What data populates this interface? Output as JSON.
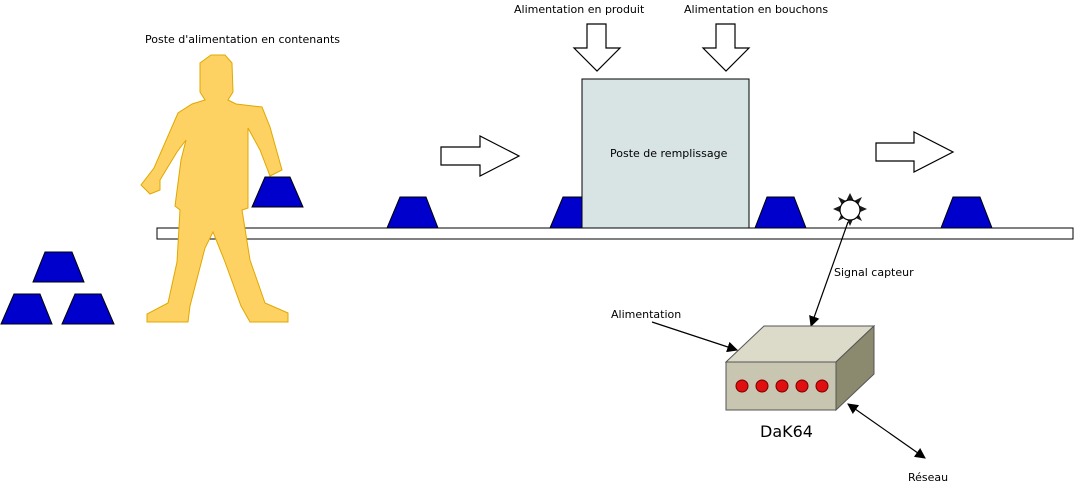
{
  "labels": {
    "worker_station": "Poste d'alimentation en contenants",
    "product_feed": "Alimentation en produit",
    "cap_feed": "Alimentation en bouchons",
    "filling_station": "Poste de remplissage",
    "sensor_signal": "Signal capteur",
    "power": "Alimentation",
    "device": "DaK64",
    "network": "Réseau"
  },
  "colors": {
    "container": "#0000cc",
    "worker": "#fdd262",
    "filling_box": "#d8e3e3",
    "device_front": "#c8c5b0",
    "device_top": "#dcdac9",
    "device_side": "#8c8a6e",
    "led": "#e01010"
  },
  "icons": {
    "flow": "outline-arrow-icon",
    "sensor": "light-sensor-icon",
    "worker": "person-silhouette-icon"
  },
  "device_leds": 5
}
